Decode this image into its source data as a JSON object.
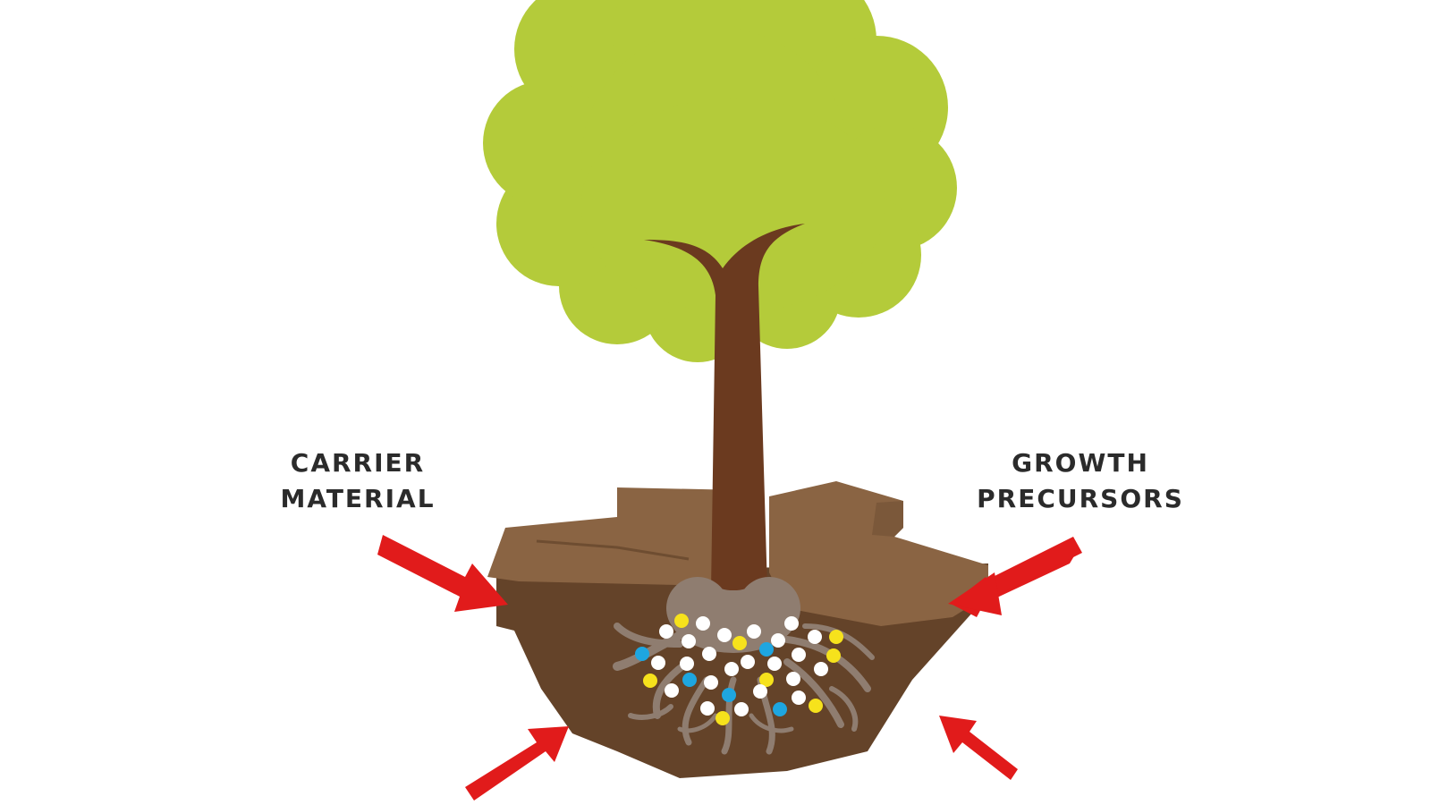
{
  "labels": {
    "left": {
      "line1": "CARRIER",
      "line2": "MATERIAL"
    },
    "right": {
      "line1": "GROWTH",
      "line2": "PRECURSORS"
    }
  },
  "colors": {
    "canopy": "#b4cb3a",
    "trunk": "#6b3a1f",
    "soil_dark": "#644329",
    "soil_light": "#8a6443",
    "roots": "#8f7d70",
    "arrow": "#e11b1b",
    "particle_white": "#ffffff",
    "particle_yellow": "#f6e21c",
    "particle_blue": "#1ea6e0"
  },
  "icons": {
    "tree": "tree-icon",
    "arrow": "arrow-icon"
  }
}
